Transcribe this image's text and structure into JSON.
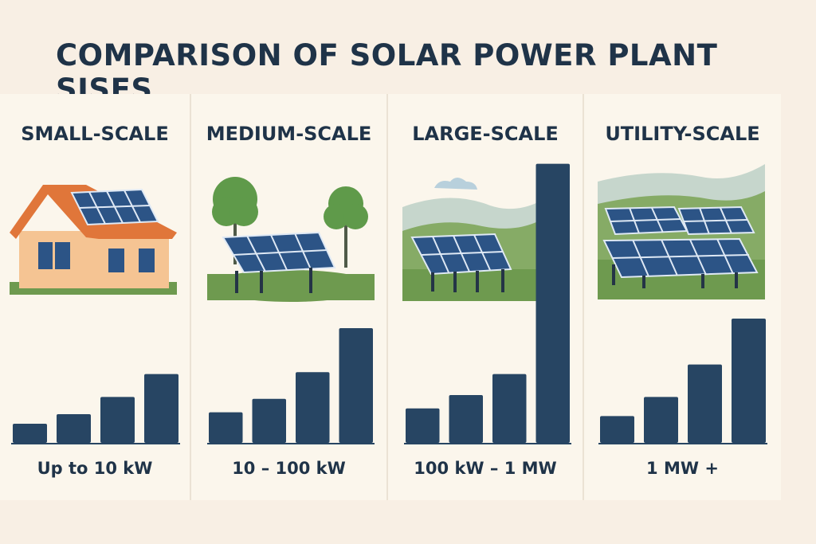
{
  "title": "COMPARISON OF SOLAR POWER PLANT SISES",
  "colors": {
    "bar": "#274563",
    "baseline": "#274563",
    "text": "#1f3348",
    "background": "#f8efe4",
    "panel": "#fbf6ec",
    "panel_blue": "#3a67a8",
    "roof": "#e0763a",
    "wall": "#f5c493",
    "grass": "#6e9a4f",
    "tree": "#5f9a4a"
  },
  "panels": [
    {
      "heading": "SMALL-SCALE",
      "range": "Up to 10 kW",
      "icon": "house-with-rooftop-solar-icon",
      "bars": [
        1,
        1.5,
        2.4,
        3.6
      ]
    },
    {
      "heading": "MEDIUM-SCALE",
      "range": "10 – 100 kW",
      "icon": "ground-solar-array-with-trees-icon",
      "bars": [
        1.6,
        2.3,
        3.7,
        6.0
      ]
    },
    {
      "heading": "LARGE-SCALE",
      "range": "100 kW – 1 MW",
      "icon": "solar-array-in-hills-icon",
      "bars": [
        1.8,
        2.5,
        3.6,
        14.6
      ]
    },
    {
      "heading": "UTILITY-SCALE",
      "range": "1 MW +",
      "icon": "solar-farm-icon",
      "bars": [
        1.4,
        2.4,
        4.1,
        6.5
      ]
    }
  ]
}
